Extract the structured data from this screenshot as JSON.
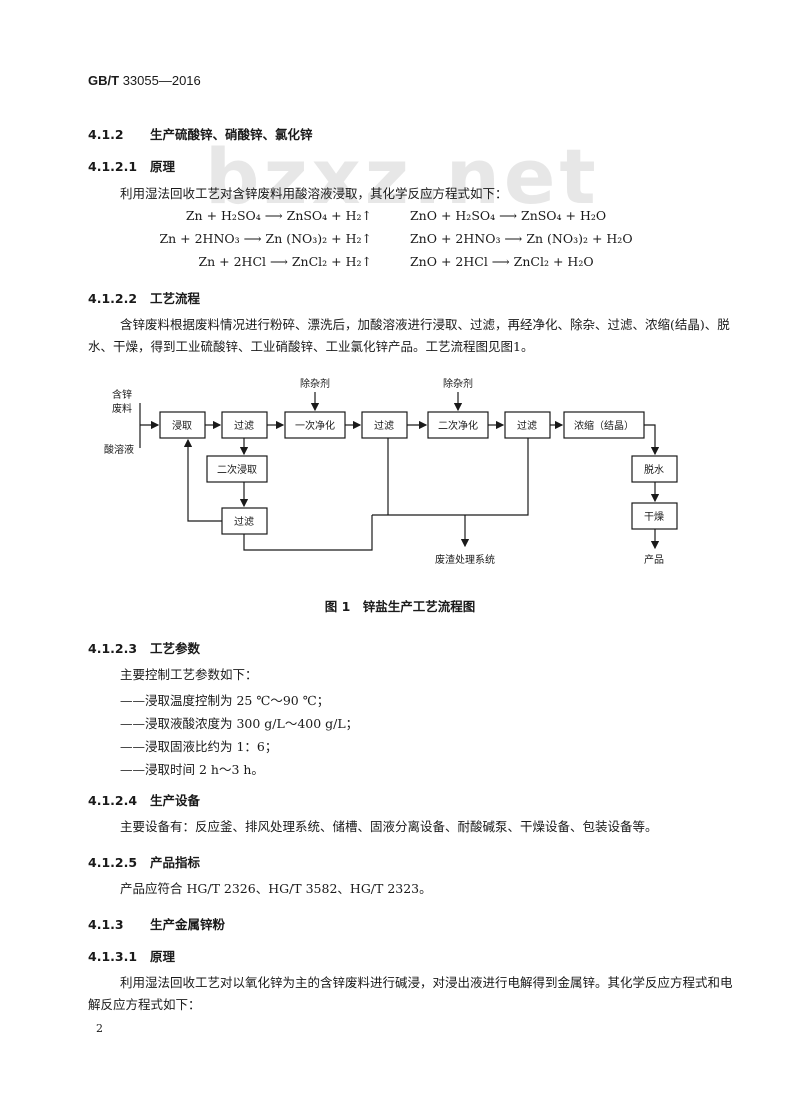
{
  "header": {
    "standard": "GB/T",
    "number": "33055—2016"
  },
  "watermark": "bzxz.net",
  "s412": {
    "num": "4.1.2",
    "title": "生产硫酸锌、硝酸锌、氯化锌"
  },
  "s4121": {
    "num": "4.1.2.1",
    "title": "原理",
    "intro": "利用湿法回收工艺对含锌废料用酸溶液浸取，其化学反应方程式如下：",
    "eq": [
      [
        "Zn + H₂SO₄ ⟶ ZnSO₄ + H₂↑",
        "ZnO + H₂SO₄ ⟶ ZnSO₄ + H₂O"
      ],
      [
        "Zn + 2HNO₃ ⟶ Zn (NO₃)₂ + H₂↑",
        "ZnO + 2HNO₃ ⟶ Zn (NO₃)₂ + H₂O"
      ],
      [
        "Zn + 2HCl ⟶ ZnCl₂ + H₂↑",
        "ZnO + 2HCl ⟶ ZnCl₂ + H₂O"
      ]
    ]
  },
  "s4122": {
    "num": "4.1.2.2",
    "title": "工艺流程",
    "text": "含锌废料根据废料情况进行粉碎、漂洗后，加酸溶液进行浸取、过滤，再经净化、除杂、过滤、浓缩(结晶)、脱水、干燥，得到工业硫酸锌、工业硝酸锌、工业氯化锌产品。工艺流程图见图1。"
  },
  "flow": {
    "input1a": "含锌",
    "input1b": "废料",
    "input2": "酸溶液",
    "leach": "浸取",
    "filter1": "过滤",
    "purify1": "一次净化",
    "filter2": "过滤",
    "purify2": "二次净化",
    "filter3": "过滤",
    "concentrate": "浓缩（结晶）",
    "leach2": "二次浸取",
    "filter4": "过滤",
    "additive1": "除杂剂",
    "additive2": "除杂剂",
    "dewater": "脱水",
    "dry": "干燥",
    "product": "产品",
    "waste": "废渣处理系统"
  },
  "figure": {
    "caption": "图 1　锌盐生产工艺流程图"
  },
  "s4123": {
    "num": "4.1.2.3",
    "title": "工艺参数",
    "intro": "主要控制工艺参数如下：",
    "items": [
      "——浸取温度控制为 25 ℃～90 ℃；",
      "——浸取液酸浓度为 300 g/L～400 g/L；",
      "——浸取固液比约为 1：6；",
      "——浸取时间 2 h～3 h。"
    ]
  },
  "s4124": {
    "num": "4.1.2.4",
    "title": "生产设备",
    "text": "主要设备有：反应釜、排风处理系统、储槽、固液分离设备、耐酸碱泵、干燥设备、包装设备等。"
  },
  "s4125": {
    "num": "4.1.2.5",
    "title": "产品指标",
    "text": "产品应符合 HG/T 2326、HG/T 3582、HG/T 2323。"
  },
  "s413": {
    "num": "4.1.3",
    "title": "生产金属锌粉"
  },
  "s4131": {
    "num": "4.1.3.1",
    "title": "原理",
    "text": "利用湿法回收工艺对以氧化锌为主的含锌废料进行碱浸，对浸出液进行电解得到金属锌。其化学反应方程式和电解反应方程式如下："
  },
  "page": {
    "number": "2"
  }
}
